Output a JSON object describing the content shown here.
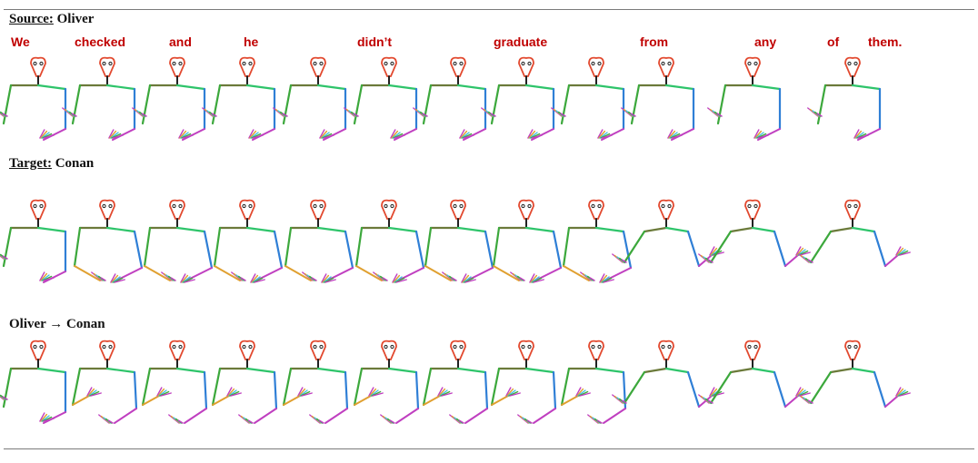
{
  "source": {
    "prefix": "Source:",
    "name": "Oliver"
  },
  "target": {
    "prefix": "Target:",
    "name": "Conan"
  },
  "transfer": {
    "label": "Oliver → Conan"
  },
  "words": [
    "We",
    "checked",
    "and",
    "he",
    "didn’t",
    "graduate",
    "from",
    "any",
    "of",
    "them."
  ],
  "rows": [
    {
      "id": "source-row",
      "poses": [
        "R",
        "R",
        "R",
        "R",
        "R",
        "R",
        "R",
        "R",
        "R",
        "R",
        "R",
        "R"
      ],
      "frames": 12
    },
    {
      "id": "target-row",
      "poses": [
        "R",
        "F",
        "F",
        "F",
        "F",
        "F",
        "F",
        "F",
        "F",
        "W",
        "W",
        "W"
      ],
      "frames": 12
    },
    {
      "id": "transfer-row",
      "poses": [
        "R",
        "T",
        "T",
        "T",
        "T",
        "T",
        "T",
        "T",
        "T",
        "W",
        "W",
        "W"
      ],
      "frames": 12
    }
  ],
  "colors": {
    "head": "#e2492f",
    "neck": "#222222",
    "shoulder_left": "#6b7a3a",
    "shoulder_right": "#2ec46a",
    "arm_left": "#3ca83c",
    "arm_right": "#2f7fd6",
    "hand_a": "#c03fc0",
    "hand_b": "#e0a030",
    "hand_c": "#3cc0e0",
    "word": "#c00000"
  }
}
